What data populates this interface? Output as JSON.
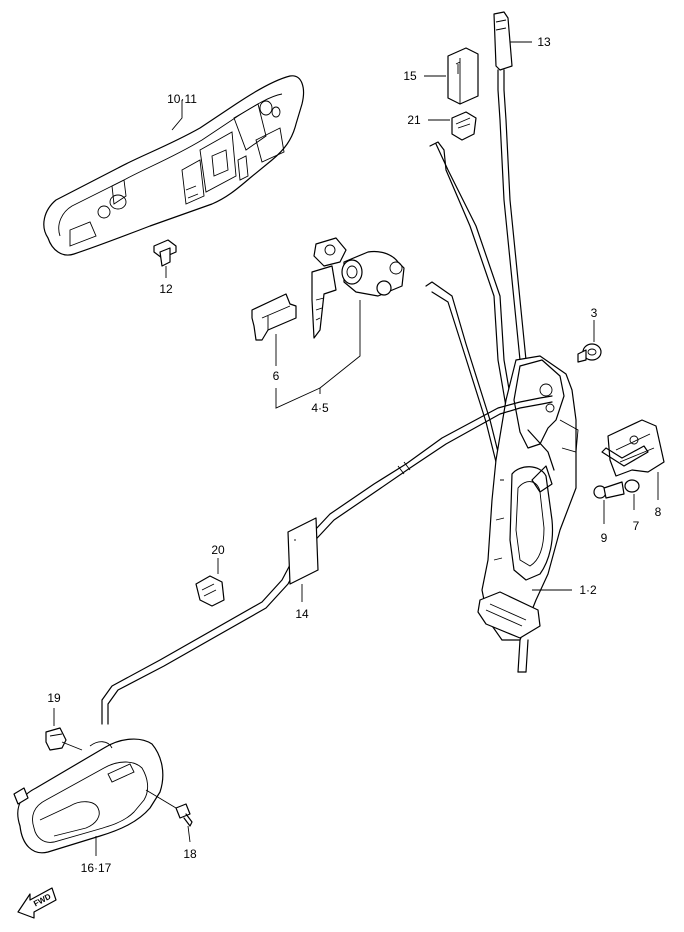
{
  "callouts": {
    "c_10_11": "10·11",
    "c_12": "12",
    "c_13": "13",
    "c_15": "15",
    "c_21": "21",
    "c_3": "3",
    "c_6": "6",
    "c_4_5": "4·5",
    "c_1_2": "1·2",
    "c_9": "9",
    "c_7": "7",
    "c_8": "8",
    "c_20": "20",
    "c_14": "14",
    "c_19": "19",
    "c_16_17": "16·17",
    "c_18": "18"
  },
  "fwd": {
    "label": "FWD"
  }
}
